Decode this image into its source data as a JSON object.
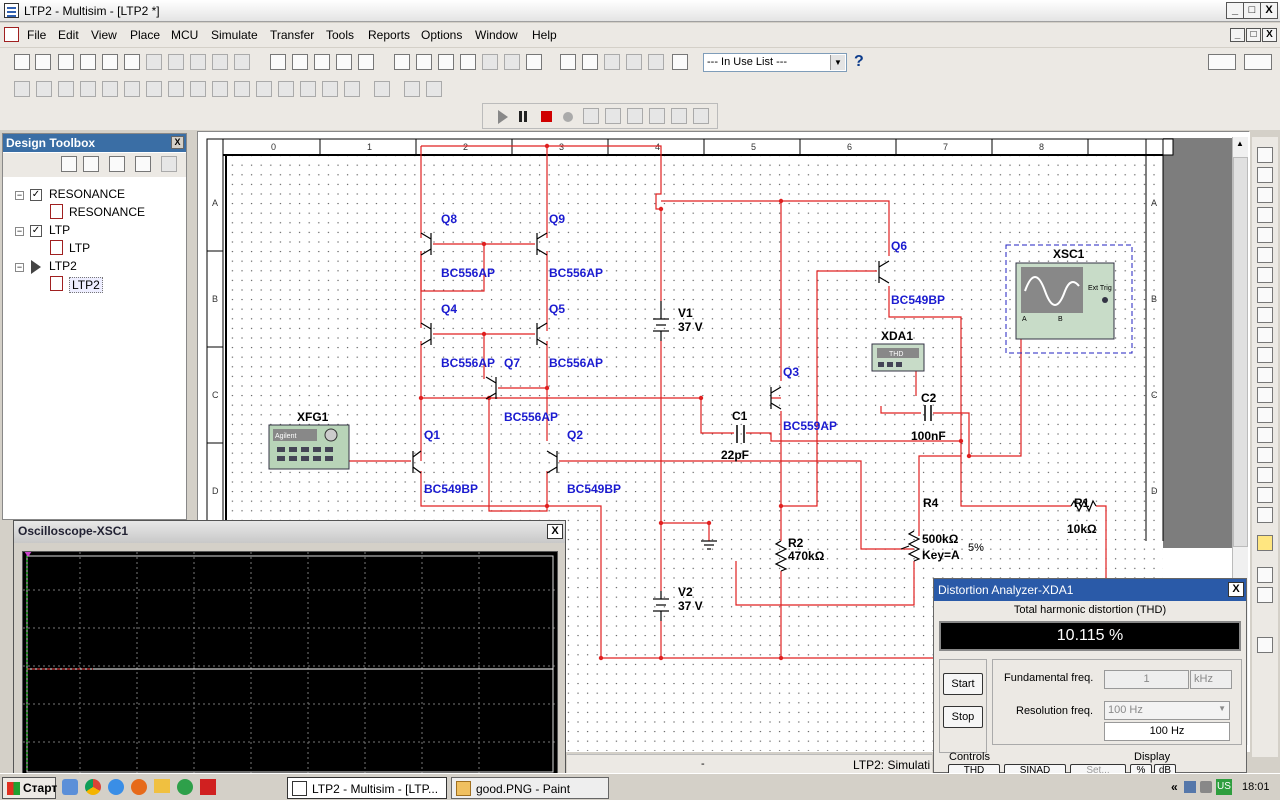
{
  "window": {
    "title": "LTP2 - Multisim - [LTP2 *]",
    "buttons": {
      "min": "_",
      "max": "□",
      "close": "X"
    }
  },
  "mdi_buttons": {
    "min": "_",
    "restore": "□",
    "close": "X"
  },
  "menu": [
    "File",
    "Edit",
    "View",
    "Place",
    "MCU",
    "Simulate",
    "Transfer",
    "Tools",
    "Reports",
    "Options",
    "Window",
    "Help"
  ],
  "toolbar": {
    "in_use_list": "--- In Use List ---",
    "help": "?"
  },
  "design_toolbox": {
    "title": "Design Toolbox",
    "close": "X",
    "tree": [
      {
        "label": "RESONANCE",
        "child": "RESONANCE"
      },
      {
        "label": "LTP",
        "child": "LTP"
      },
      {
        "label": "LTP2",
        "child": "LTP2"
      }
    ]
  },
  "schematic": {
    "ruler_top": [
      "0",
      "1",
      "2",
      "3",
      "4",
      "5",
      "6",
      "7",
      "8"
    ],
    "ruler_left": [
      "A",
      "B",
      "C",
      "D"
    ],
    "labels": {
      "Q8": "Q8",
      "Q9": "Q9",
      "Q4": "Q4",
      "Q5": "Q5",
      "Q7": "Q7",
      "Q1": "Q1",
      "Q2": "Q2",
      "Q3": "Q3",
      "Q6": "Q6",
      "BC556AP": "BC556AP",
      "BC549BP": "BC549BP",
      "BC559AP": "BC559AP",
      "BC549BP2": "BC549BP",
      "V1": "V1",
      "V1v": "37 V",
      "V2": "V2",
      "V2v": "37 V",
      "C1": "C1",
      "C1v": "22pF",
      "C2": "C2",
      "C2v": "100nF",
      "R1": "R1",
      "R1v": "10kΩ",
      "R2": "R2",
      "R2v": "470kΩ",
      "R4": "R4",
      "R4v": "500kΩ",
      "R4k": "Key=A",
      "R4p": "5%",
      "XFG1": "XFG1",
      "XFG1brand": "Agilent",
      "XDA1": "XDA1",
      "XDA1thd": "THD",
      "XSC1": "XSC1",
      "ExtTrig": "Ext Trig",
      "A": "A",
      "B": "B"
    }
  },
  "oscilloscope": {
    "title": "Oscilloscope-XSC1",
    "close": "X"
  },
  "distortion": {
    "title": "Distortion Analyzer-XDA1",
    "close": "X",
    "thd_label": "Total harmonic distortion (THD)",
    "thd_value": "10.115 %",
    "start": "Start",
    "stop": "Stop",
    "fund_label": "Fundamental freq.",
    "fund_value": "1",
    "fund_unit": "kHz",
    "res_label": "Resolution freq.",
    "res_select": "100 Hz",
    "res_value": "100 Hz",
    "controls_label": "Controls",
    "controls": [
      "THD",
      "SINAD",
      "Set..."
    ],
    "display_label": "Display",
    "display": [
      "%",
      "dB"
    ]
  },
  "status": {
    "left": "-",
    "right": "LTP2: Simulati"
  },
  "taskbar": {
    "start": "Старт",
    "tasks": [
      "LTP2 - Multisim - [LTP...",
      "good.PNG - Paint"
    ],
    "lang": "US",
    "time": "18:01",
    "chev": "«"
  },
  "colors": {
    "wire": "#e02020",
    "label": "#1b1bd0",
    "title_blue": "#2a5aa8"
  }
}
